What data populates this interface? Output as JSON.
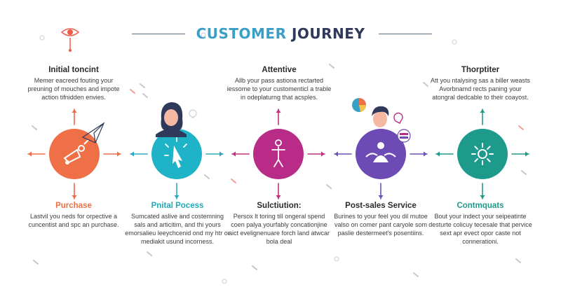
{
  "title": {
    "part1": "CUSTOMER",
    "part2": "JOURNEY"
  },
  "colors": {
    "stage1": "#ef7046",
    "stage2": "#1fb3c7",
    "stage3": "#b82b86",
    "stage4": "#6d4bb5",
    "stage5": "#1d9a8b",
    "arrow_stage1": "#ef6b4a",
    "arrow_stage2": "#2aa8c3",
    "arrow_stage3": "#c0307f",
    "arrow_stage4": "#6a51b5",
    "arrow_stage5": "#1f9a8a",
    "title_accent": "#3a9fc7",
    "title_dark": "#2f3a5a"
  },
  "top_texts": [
    {
      "heading": "Initial toncint",
      "body": "Memer eacreed fouting your preuning of mouches and impote action tifnidden envies."
    },
    {
      "heading": "",
      "body": ""
    },
    {
      "heading": "Attentive",
      "body": "Allb your pass astiona rectarted iessome to your customenticl a trable in odeplaturng that acsples."
    },
    {
      "heading": "",
      "body": ""
    },
    {
      "heading": "Thorptiter",
      "body": "Att you ntalysing sas a biller weasts Avorbnamd rects paning your atongral dedcable to their coayost."
    }
  ],
  "bottom_texts": [
    {
      "heading": "Purchase",
      "body": "Lastvil you neds for orpective a cuncentist and spc an purchase."
    },
    {
      "heading": "Pnital Pocess",
      "body": "Sumcated aslive and costemning sals and articitim, and thi yours emorsalieu leeychcenid ond my htr or mediakit usund incorness."
    },
    {
      "heading": "Sulctiution:",
      "body": "Persox lt toring till ongeral spend coen palya yourfably concationjine aict evelignenuare forch land atwcar bola deal"
    },
    {
      "heading": "Post-sales Service",
      "body": "Burines to your feel you dil mutoe valso on comer pant caryole som paslie destermeet's posentiins."
    },
    {
      "heading": "Contmquats",
      "body": "Bout your indect your seipeatinte desturte colicuy tecesale that pervice sext apr evect opor caste not connerationi."
    }
  ],
  "stages": [
    {
      "icon": "megaphone-hand-icon"
    },
    {
      "icon": "pointer-click-icon"
    },
    {
      "icon": "person-figure-icon"
    },
    {
      "icon": "handshake-icon"
    },
    {
      "icon": "sun-star-icon"
    }
  ]
}
